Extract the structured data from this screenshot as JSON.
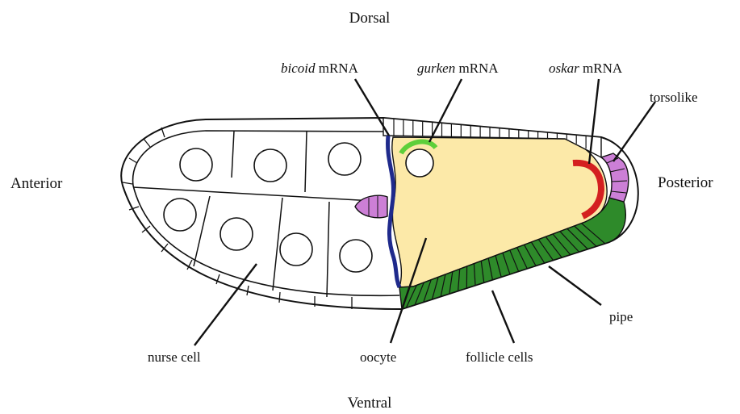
{
  "orientation": {
    "dorsal": "Dorsal",
    "ventral": "Ventral",
    "anterior": "Anterior",
    "posterior": "Posterior"
  },
  "labels": {
    "bicoid_gene": "bicoid",
    "bicoid_suffix": " mRNA",
    "gurken_gene": "gurken",
    "gurken_suffix": " mRNA",
    "oskar_gene": "oskar",
    "oskar_suffix": " mRNA",
    "torsolike": "torsolike",
    "pipe": "pipe",
    "nurse_cell": "nurse cell",
    "oocyte": "oocyte",
    "follicle_cells": "follicle cells"
  },
  "colors": {
    "oocyte_fill": "#fce9a8",
    "bicoid": "#1f2a8c",
    "gurken": "#5ecf3a",
    "oskar": "#d42020",
    "torsolike": "#cc7fd6",
    "pipe_follicle": "#2e8a2a",
    "outline": "#111111"
  }
}
